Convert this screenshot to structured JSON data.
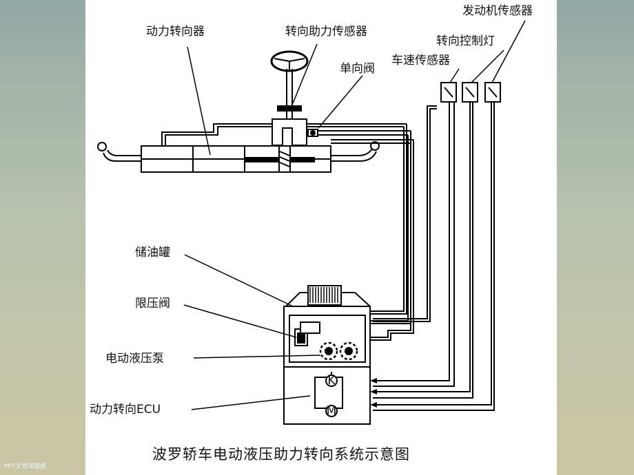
{
  "labels": {
    "power_steering_gear": "动力转向器",
    "steering_assist_sensor": "转向助力传感器",
    "engine_sensor": "发动机传感器",
    "steering_control_light": "转向控制灯",
    "vehicle_speed_sensor": "车速传感器",
    "check_valve": "单向阀",
    "oil_tank": "储油罐",
    "pressure_limiting_valve": "限压阀",
    "electric_hydraulic_pump": "电动液压泵",
    "power_steering_ecu": "动力转向ECU"
  },
  "caption": "波罗轿车电动液压助力转向系统示意图",
  "motor_symbols": {
    "relay": "K",
    "motor": "M"
  },
  "footer": "PPT文档演模板"
}
